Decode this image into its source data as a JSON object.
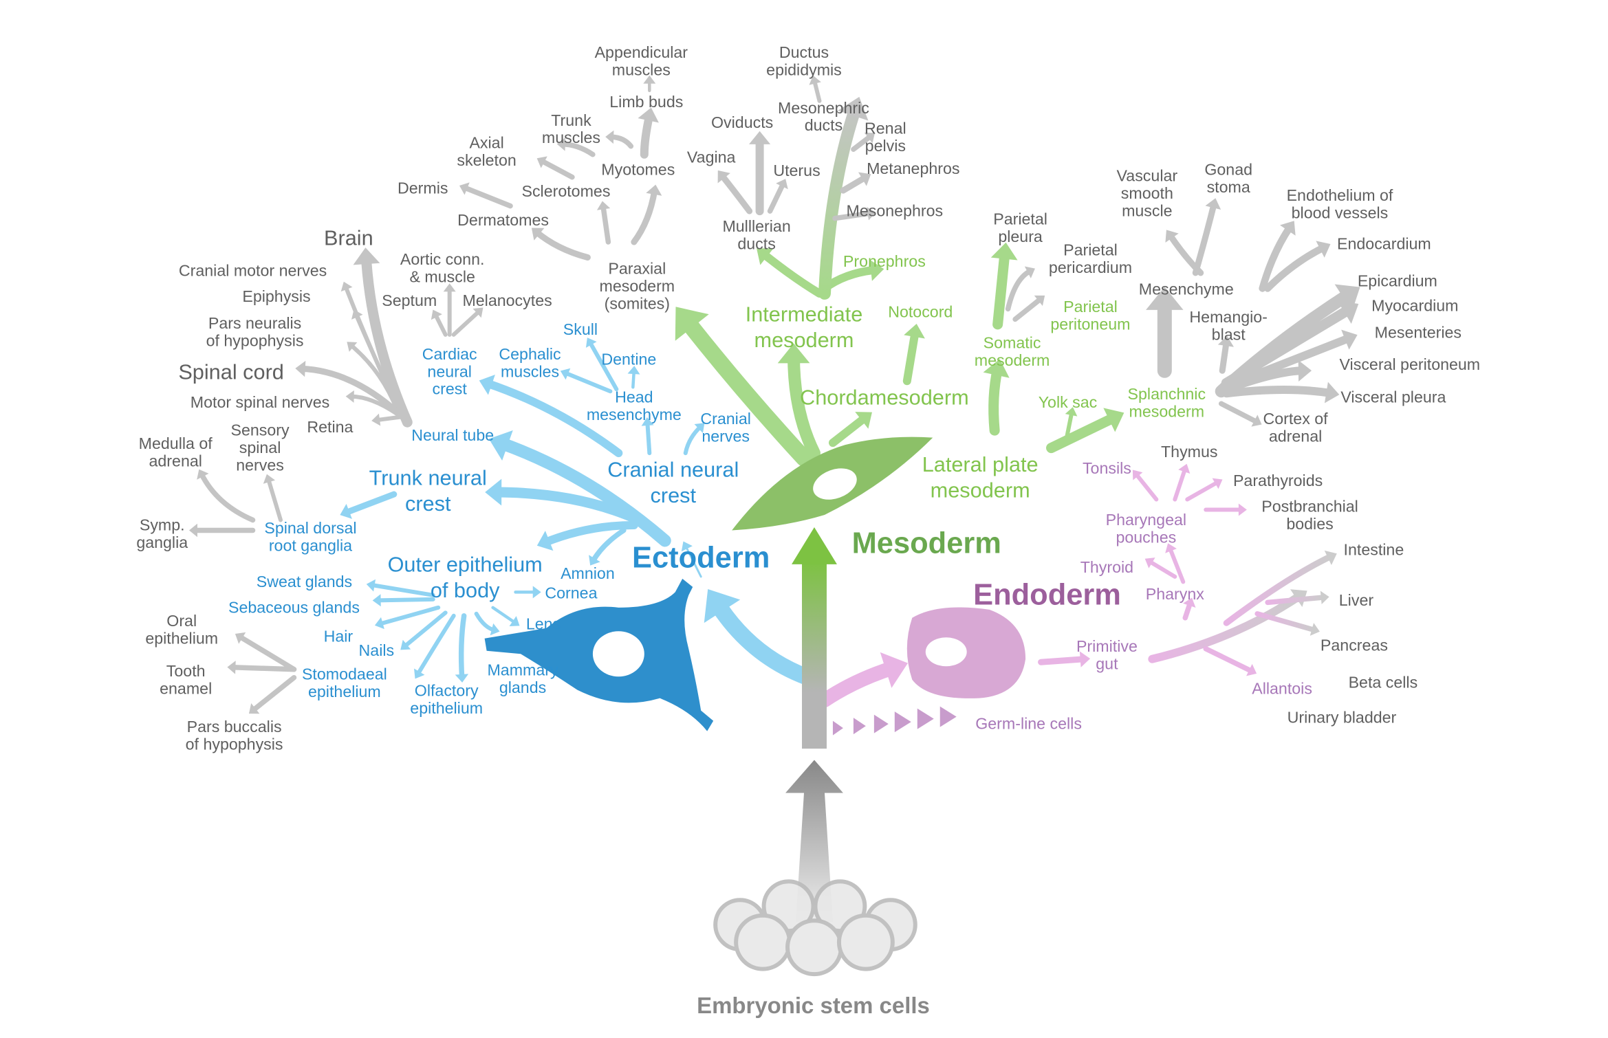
{
  "title": "Embryonic stem cells",
  "colors": {
    "ectoderm": "#2a8fd0",
    "mesoderm": "#6aa84f",
    "endoderm": "#9c5f9c",
    "gray": "#5f5f5f"
  },
  "headings": {
    "ectoderm": "Ectoderm",
    "mesoderm": "Mesoderm",
    "endoderm": "Endoderm"
  },
  "labels": {
    "brain": [
      "Brain"
    ],
    "cranial_motor": [
      "Cranial motor nerves"
    ],
    "epiphysis": [
      "Epiphysis"
    ],
    "pars_neuralis": [
      "Pars neuralis",
      "of hypophysis"
    ],
    "spinal_cord": [
      "Spinal cord"
    ],
    "motor_spinal": [
      "Motor spinal nerves"
    ],
    "retina": [
      "Retina"
    ],
    "medulla": [
      "Medulla of",
      "adrenal"
    ],
    "sensory": [
      "Sensory",
      "spinal",
      "nerves"
    ],
    "symp": [
      "Symp.",
      "ganglia"
    ],
    "oral": [
      "Oral",
      "epithelium"
    ],
    "tooth": [
      "Tooth",
      "enamel"
    ],
    "pars_buccalis": [
      "Pars buccalis",
      "of hypophysis"
    ],
    "aortic": [
      "Aortic conn.",
      "& muscle"
    ],
    "septum": [
      "Septum"
    ],
    "melanocytes": [
      "Melanocytes"
    ],
    "cardiac_nc": [
      "Cardiac",
      "neural",
      "crest"
    ],
    "cephalic": [
      "Cephalic",
      "muscles"
    ],
    "skull": [
      "Skull"
    ],
    "dentine": [
      "Dentine"
    ],
    "head_mes": [
      "Head",
      "mesenchyme"
    ],
    "cranial_nerves": [
      "Cranial",
      "nerves"
    ],
    "neural_tube": [
      "Neural tube"
    ],
    "trunk_nc": [
      "Trunk neural",
      "crest"
    ],
    "cranial_nc": [
      "Cranial neural",
      "crest"
    ],
    "spinal_dorsal": [
      "Spinal dorsal",
      "root ganglia"
    ],
    "outer_epi": [
      "Outer epithelium",
      "of body"
    ],
    "amnion": [
      "Amnion"
    ],
    "cornea": [
      "Cornea"
    ],
    "lens": [
      "Lens"
    ],
    "sweat": [
      "Sweat glands"
    ],
    "sebaceous": [
      "Sebaceous glands"
    ],
    "hair": [
      "Hair"
    ],
    "nails": [
      "Nails"
    ],
    "stomodaeal": [
      "Stomodaeal",
      "epithelium"
    ],
    "olfactory": [
      "Olfactory",
      "epithelium"
    ],
    "mammary": [
      "Mammary",
      "glands"
    ],
    "appendicular": [
      "Appendicular",
      "muscles"
    ],
    "limb_buds": [
      "Limb buds"
    ],
    "trunk_muscles": [
      "Trunk",
      "muscles"
    ],
    "axial": [
      "Axial",
      "skeleton"
    ],
    "myotomes": [
      "Myotomes"
    ],
    "dermis": [
      "Dermis"
    ],
    "sclerotomes": [
      "Sclerotomes"
    ],
    "dermatomes": [
      "Dermatomes"
    ],
    "paraxial": [
      "Paraxial",
      "mesoderm",
      "(somites)"
    ],
    "ductus": [
      "Ductus",
      "epididymis"
    ],
    "mesonephric": [
      "Mesonephric",
      "ducts"
    ],
    "oviducts": [
      "Oviducts"
    ],
    "renal": [
      "Renal",
      "pelvis"
    ],
    "vagina": [
      "Vagina"
    ],
    "uterus": [
      "Uterus"
    ],
    "metanephros": [
      "Metanephros"
    ],
    "mullerian": [
      "Mulllerian",
      "ducts"
    ],
    "mesonephros": [
      "Mesonephros"
    ],
    "pronephros": [
      "Pronephros"
    ],
    "intermediate": [
      "Intermediate",
      "mesoderm"
    ],
    "notocord": [
      "Notocord"
    ],
    "chordamesoderm": [
      "Chordamesoderm"
    ],
    "par_pleura": [
      "Parietal",
      "pleura"
    ],
    "par_pericardium": [
      "Parietal",
      "pericardium"
    ],
    "par_peritoneum": [
      "Parietal",
      "peritoneum"
    ],
    "somatic": [
      "Somatic",
      "mesoderm"
    ],
    "yolk": [
      "Yolk sac"
    ],
    "splanchnic": [
      "Splanchnic",
      "mesoderm"
    ],
    "lateral": [
      "Lateral plate",
      "mesoderm"
    ],
    "vascular": [
      "Vascular",
      "smooth",
      "muscle"
    ],
    "gonad": [
      "Gonad",
      "stoma"
    ],
    "endothelium": [
      "Endothelium of",
      "blood vessels"
    ],
    "endocardium": [
      "Endocardium"
    ],
    "mesenchyme": [
      "Mesenchyme"
    ],
    "epicardium": [
      "Epicardium"
    ],
    "hemangio": [
      "Hemangio-",
      "blast"
    ],
    "myocardium": [
      "Myocardium"
    ],
    "mesenteries": [
      "Mesenteries"
    ],
    "visc_peritoneum": [
      "Visceral peritoneum"
    ],
    "visc_pleura": [
      "Visceral pleura"
    ],
    "cortex": [
      "Cortex of",
      "adrenal"
    ],
    "thymus": [
      "Thymus"
    ],
    "tonsils": [
      "Tonsils"
    ],
    "parathyroids": [
      "Parathyroids"
    ],
    "pouches": [
      "Pharyngeal",
      "pouches"
    ],
    "postbranchial": [
      "Postbranchial",
      "bodies"
    ],
    "thyroid": [
      "Thyroid"
    ],
    "pharynx": [
      "Pharynx"
    ],
    "primitive_gut": [
      "Primitive",
      "gut"
    ],
    "intestine": [
      "Intestine"
    ],
    "liver": [
      "Liver"
    ],
    "pancreas": [
      "Pancreas"
    ],
    "beta": [
      "Beta cells"
    ],
    "bladder": [
      "Urinary bladder"
    ],
    "allantois": [
      "Allantois"
    ],
    "germline": [
      "Germ-line cells"
    ]
  }
}
